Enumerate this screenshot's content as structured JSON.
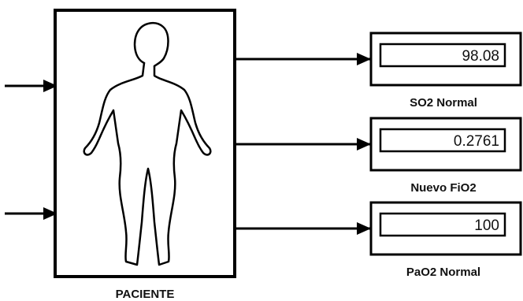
{
  "patient_block": {
    "label": "PACIENTE",
    "icon": "human-silhouette-icon"
  },
  "displays": [
    {
      "value": "98.08",
      "label": "SO2 Normal"
    },
    {
      "value": "0.2761",
      "label": "Nuevo FiO2"
    },
    {
      "value": "100",
      "label": "PaO2 Normal"
    }
  ],
  "colors": {
    "line": "#000000",
    "background": "#ffffff"
  }
}
